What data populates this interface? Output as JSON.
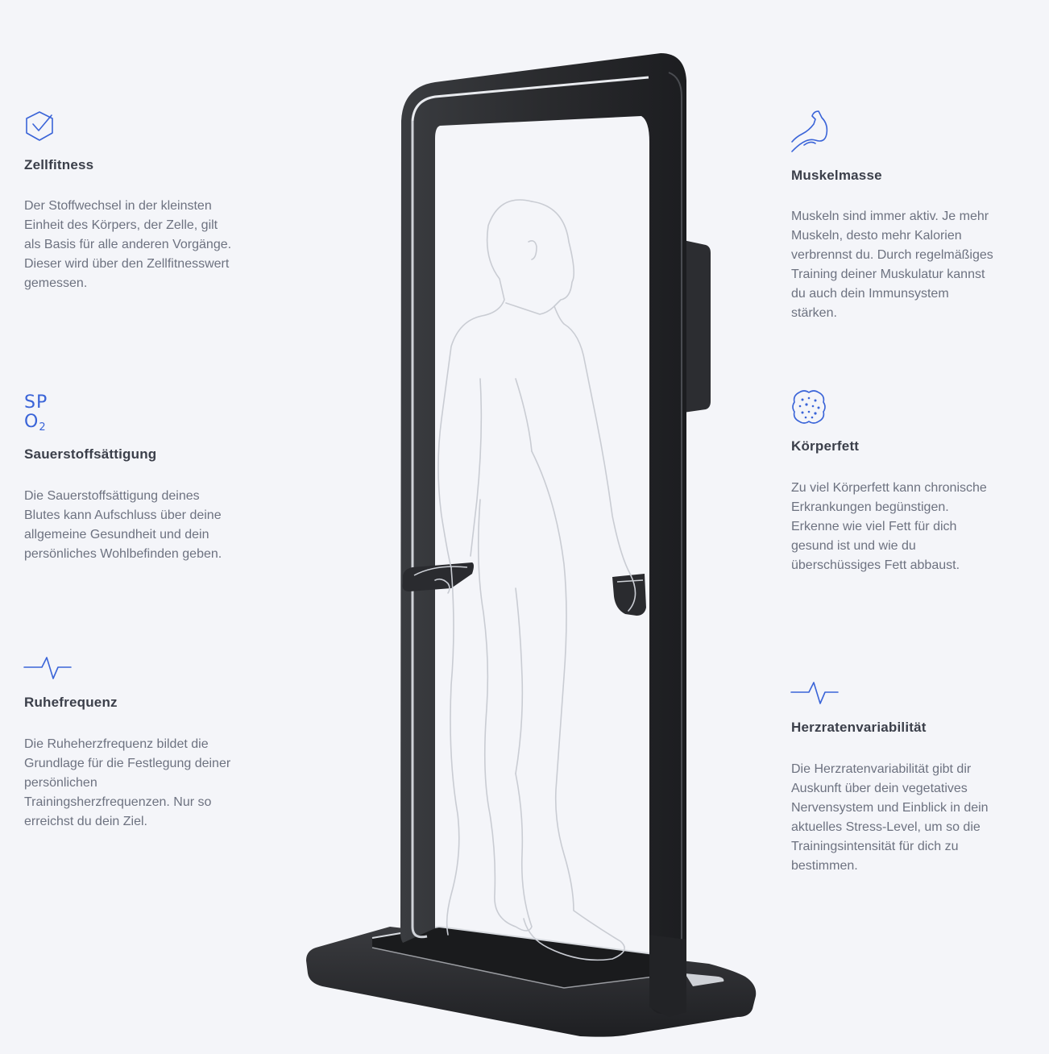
{
  "accent_color": "#3a64d8",
  "features": {
    "zellfitness": {
      "icon": "shield-check-icon",
      "title": "Zellfitness",
      "text": "Der Stoffwechsel in der kleinsten\nEinheit des Körpers, der Zelle, gilt\nals Basis für alle anderen Vorgänge.\nDieser wird über den Zellfitnesswert\ngemessen."
    },
    "sauerstoff": {
      "icon": "spo2-icon",
      "icon_sp": "SP",
      "icon_o": "O",
      "icon_sub": "2",
      "title": "Sauerstoffsättigung",
      "text": "Die Sauerstoffsättigung deines\nBlutes kann Aufschluss über deine\nallgemeine Gesundheit und dein\npersönliches Wohlbefinden geben."
    },
    "ruhefrequenz": {
      "icon": "heartbeat-icon",
      "title": "Ruhefrequenz",
      "text": "Die Ruheherzfrequenz bildet die\nGrundlage für die Festlegung deiner\npersönlichen\nTrainingsherzfrequenzen. Nur so\nerreichst du dein Ziel."
    },
    "muskelmasse": {
      "icon": "bicep-icon",
      "title": "Muskelmasse",
      "text": "Muskeln sind immer aktiv. Je mehr\nMuskeln, desto mehr Kalorien\nverbrennst du. Durch regelmäßiges\nTraining deiner Muskulatur kannst\ndu auch dein Immunsystem\nstärken."
    },
    "koerperfett": {
      "icon": "fat-cell-icon",
      "title": "Körperfett",
      "text": "Zu viel Körperfett kann chronische\nErkrankungen begünstigen.\nErkenne wie viel Fett für dich\ngesund ist und wie du\nüberschüssiges Fett abbaust."
    },
    "hrv": {
      "icon": "heartbeat-icon",
      "title": "Herzratenvariabilität",
      "text": "Die Herzratenvariabilität gibt dir\nAuskunft über dein vegetatives\nNervensystem und Einblick in dein\naktuelles Stress-Level, um so die\nTrainingsintensität für dich zu\nbestimmen."
    }
  }
}
